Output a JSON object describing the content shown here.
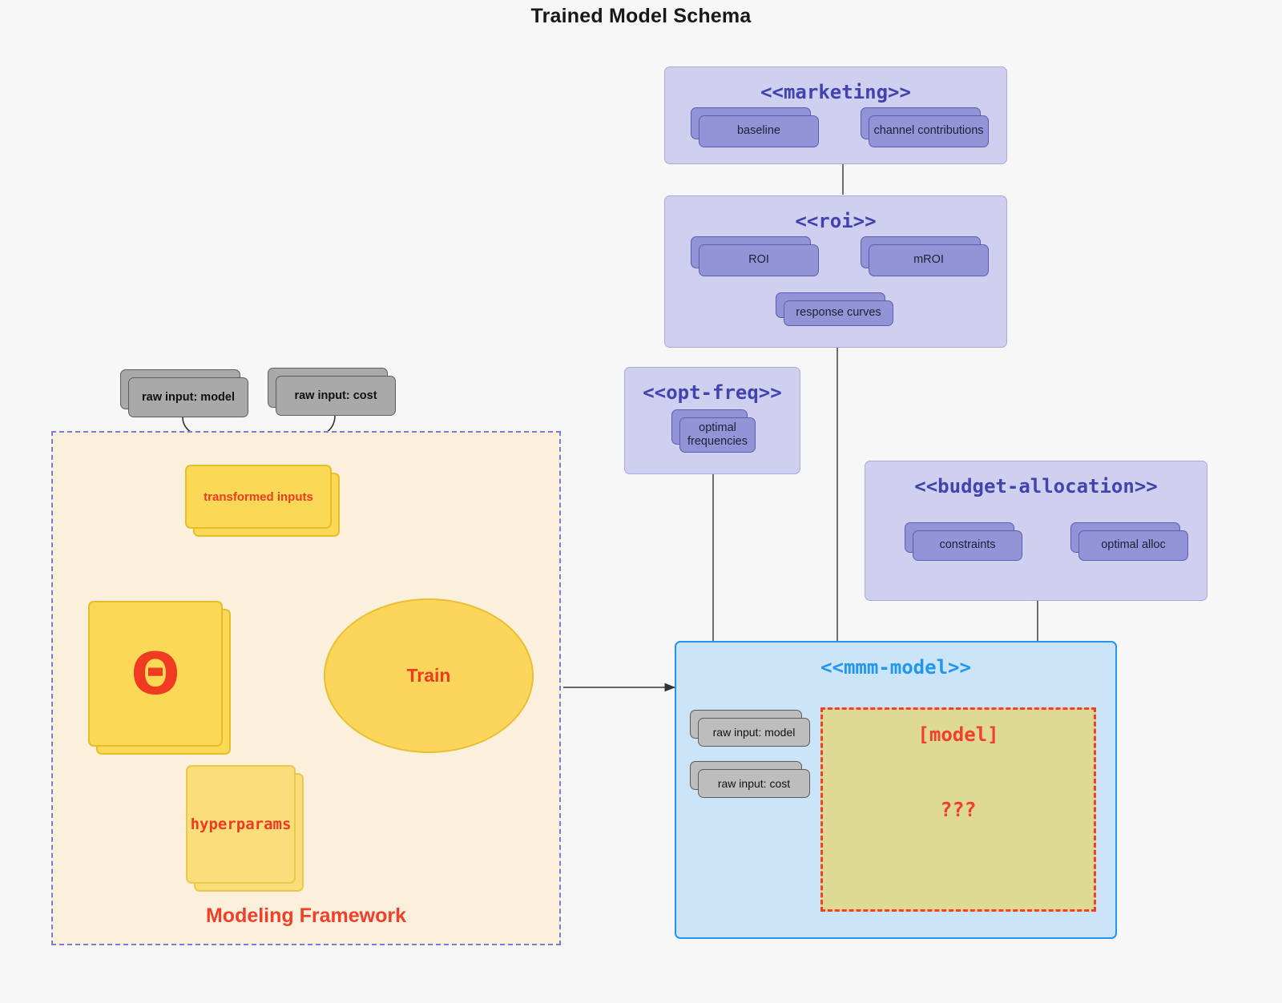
{
  "title": "Trained Model Schema",
  "framework": {
    "label": "Modeling Framework",
    "inputs": [
      {
        "label": "raw input: model"
      },
      {
        "label": "raw input: cost"
      }
    ],
    "transformed_inputs": "transformed inputs",
    "theta": "Θ",
    "hyperparams": "hyperparams",
    "train": "Train"
  },
  "packages": {
    "marketing": {
      "title": "<<marketing>>",
      "items": [
        "baseline",
        "channel contributions"
      ]
    },
    "roi": {
      "title": "<<roi>>",
      "items": [
        "ROI",
        "mROI",
        "response curves"
      ]
    },
    "opt_freq": {
      "title": "<<opt-freq>>",
      "items": [
        "optimal\nfrequencies"
      ],
      "item_line1": "optimal",
      "item_line2": "frequencies"
    },
    "budget_allocation": {
      "title": "<<budget-allocation>>",
      "items": [
        "constraints",
        "optimal alloc"
      ]
    },
    "mmm_model": {
      "title": "<<mmm-model>>",
      "inputs": [
        "raw input: model",
        "raw input: cost"
      ],
      "stub": {
        "name": "[model]",
        "unknown": "???"
      }
    }
  },
  "colors": {
    "background": "#f7f7f7",
    "package_purple_fill": "#cfd0ef",
    "package_purple_border": "#a8a9dd",
    "package_purple_title": "#4343b0",
    "card_purple_fill": "#9394d8",
    "card_purple_border": "#5c5dae",
    "package_blue_fill": "#cce4f7",
    "package_blue_border": "#2196f3",
    "package_blue_title": "#2196f3",
    "framework_fill": "#faf0dc",
    "framework_border": "#7b7bd4",
    "accent_red": "#f2402a",
    "yellow_fill": "#fbd856",
    "yellow_border": "#e9bc2a",
    "stub_fill": "#ded995",
    "grey_fill": "#a9a9a9",
    "connector": "#555555"
  }
}
